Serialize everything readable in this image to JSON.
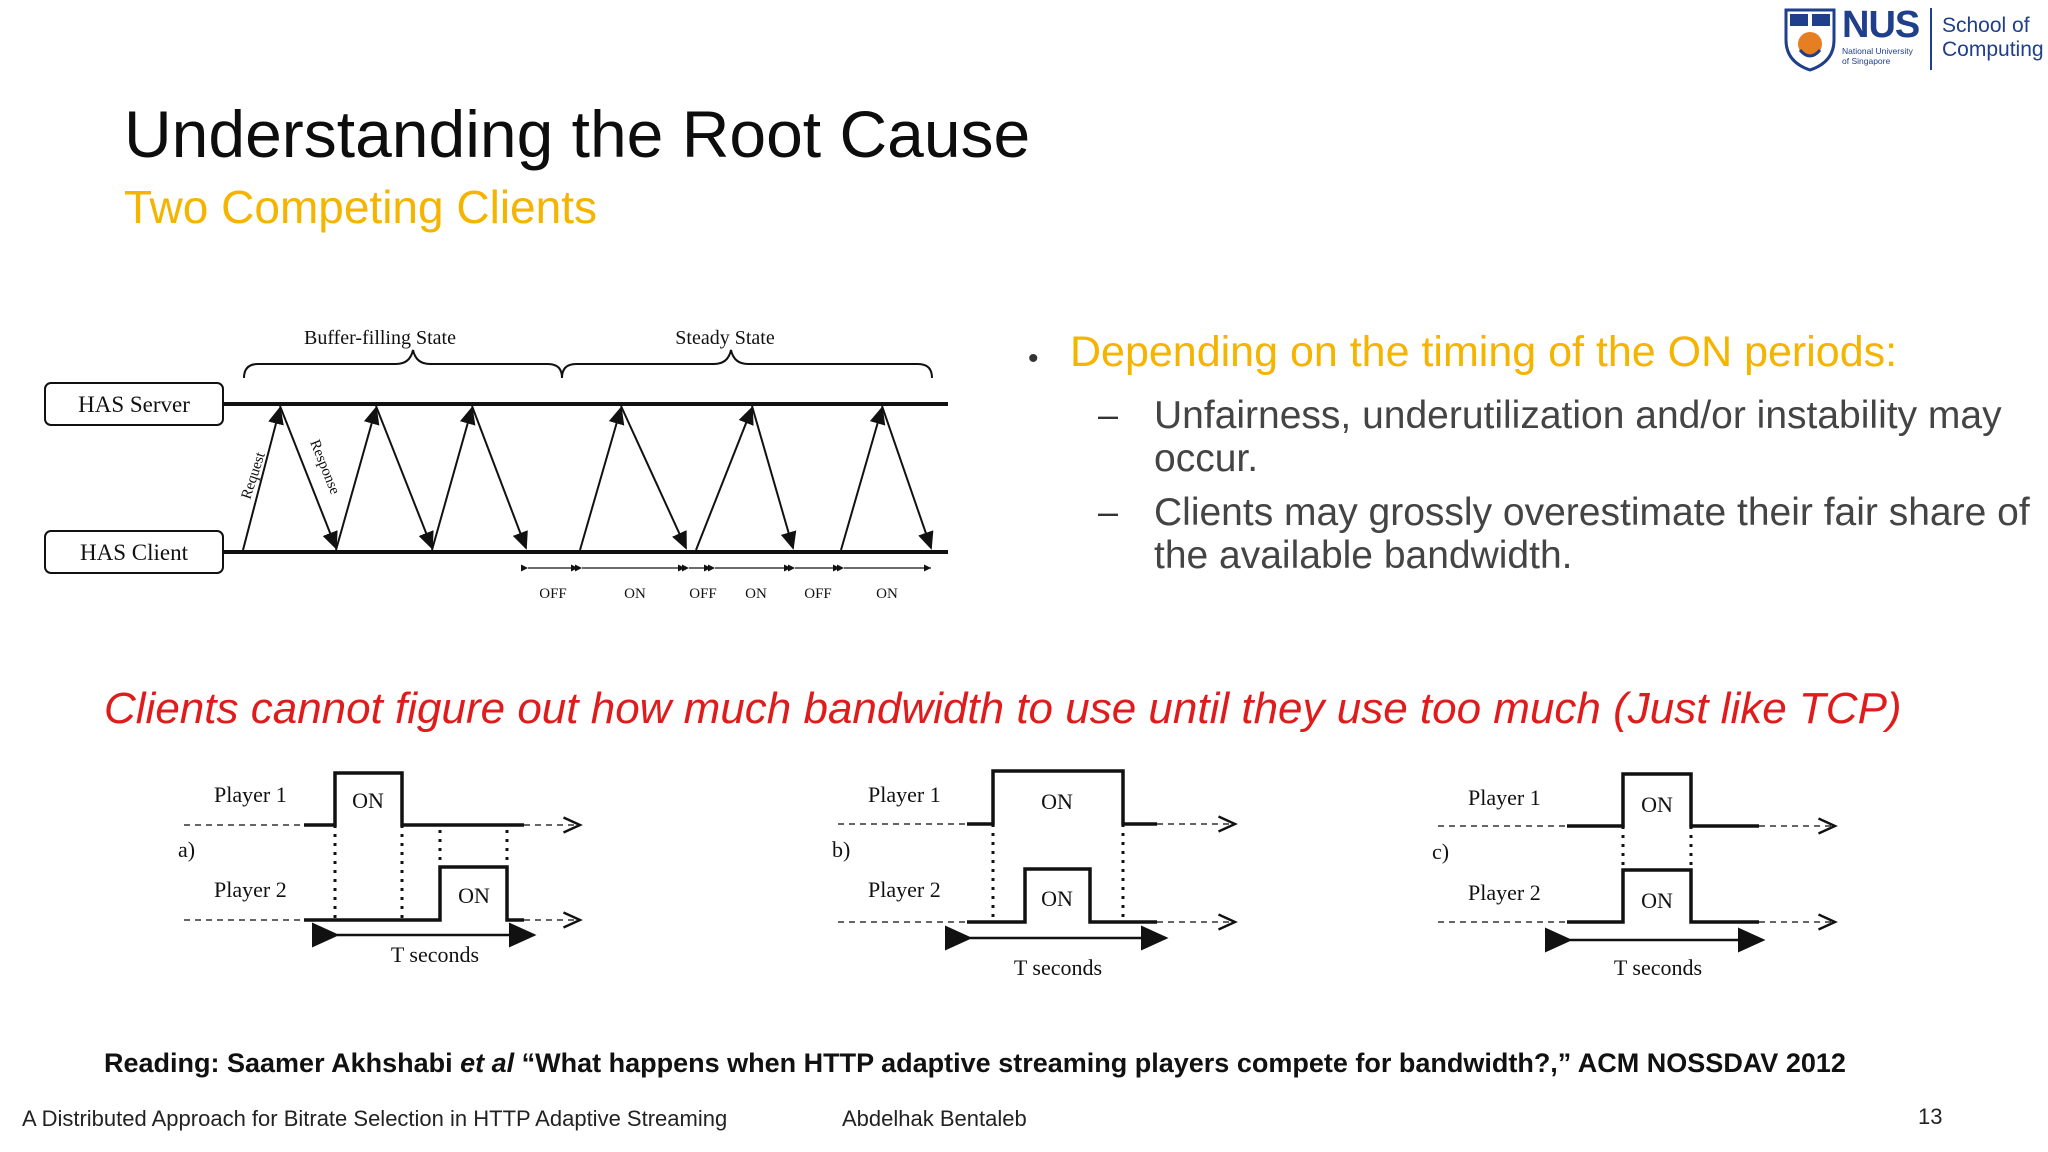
{
  "logo": {
    "brand": "NUS",
    "university": [
      "National University",
      "of Singapore"
    ],
    "school": [
      "School of",
      "Computing"
    ]
  },
  "slide": {
    "title": "Understanding the Root Cause",
    "subtitle": "Two Competing Clients"
  },
  "diagram": {
    "phase_labels": [
      "Buffer-filling State",
      "Steady State"
    ],
    "server_label": "HAS Server",
    "client_label": "HAS Client",
    "request_label": "Request",
    "response_label": "Response",
    "period_labels": [
      "OFF",
      "ON",
      "OFF",
      "ON",
      "OFF",
      "ON"
    ]
  },
  "bullets": {
    "main": "Depending on the timing of the ON periods:",
    "subs": [
      "Unfairness, underutilization and/or instability may occur.",
      "Clients may grossly overestimate their fair share of the available bandwidth."
    ]
  },
  "highlight": "Clients cannot figure out how much bandwidth to use until they use too much (Just like TCP)",
  "timing": {
    "panels": [
      {
        "letter": "a)",
        "player1": "Player 1",
        "player2": "Player 2",
        "on1": "ON",
        "on2": "ON",
        "period": "T seconds"
      },
      {
        "letter": "b)",
        "player1": "Player 1",
        "player2": "Player 2",
        "on1": "ON",
        "on2": "ON",
        "period": "T seconds"
      },
      {
        "letter": "c)",
        "player1": "Player 1",
        "player2": "Player 2",
        "on1": "ON",
        "on2": "ON",
        "period": "T seconds"
      }
    ]
  },
  "reading": {
    "prefix": "Reading: Saamer Akhshabi ",
    "etal": "et al",
    "suffix": " “What happens when HTTP adaptive streaming players compete for bandwidth?,” ACM NOSSDAV 2012"
  },
  "footer": {
    "left": "A Distributed Approach for Bitrate Selection in HTTP Adaptive Streaming",
    "author": "Abdelhak Bentaleb",
    "page": "13"
  },
  "colors": {
    "title": "#0d0d0d",
    "accent_yellow": "#f4b400",
    "highlight_red": "#e01b1b",
    "nus_blue": "#1f3e8c",
    "nus_orange": "#e67e22"
  }
}
